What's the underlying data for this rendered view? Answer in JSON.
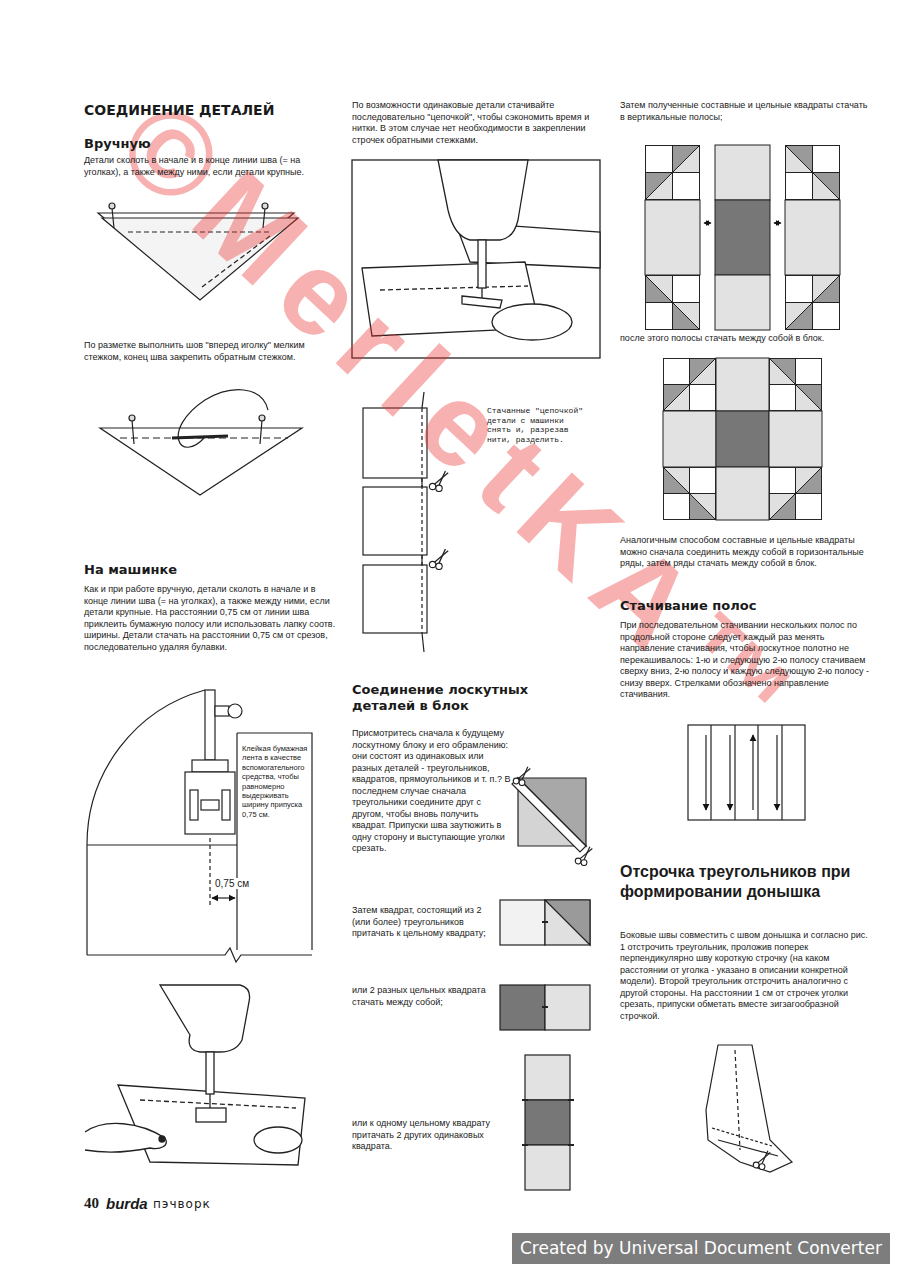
{
  "diagram": {
    "title": "СОЕДИНЕНИЕ ДЕТАЛЕЙ",
    "nodes": [
      {
        "text": [
          "Created by Universal Document Converter"
        ]
      }
    ],
    "labels": [
      "Вручную",
      "Детали сколоть в начале и в конце линии шва (= на уголках), а также между ними, если детали крупные.",
      "По разметке выполнить шов \"вперед иголку\" мелким стежком, конец шва закрепить обратным стежком.",
      "На машинке",
      "Как и при работе вручную, детали сколоть в начале и в конце линии шва (= на уголках), а также между ними, если детали крупные. На расстоянии 0,75 см от линии шва приклеить бумажную полосу или использовать лапку соотв. ширины. Детали стачать на расстоянии 0,75 см от срезов, последовательно удаляя булавки.",
      "Клейкая бумажная лента в качестве вспомогательного средства, чтобы равномерно выдерживать ширину припуска 0,75 см.",
      "0,75 см",
      "По возможности одинаковые детали стачивайте последовательно \"цепочкой\", чтобы сэкономить время и нитки. В этом случае нет необходимости в закреплении строчек обратными стежками.",
      "Стачанные \"цепочкой\" детали с машинки снять и, разрезав нити, разделить.",
      "Соединение лоскутных деталей в блок",
      "Присмотритесь сначала к будущему лоскутному блоку и его обрамлению: они состоят из одинаковых или разных деталей - треугольников, квадратов, прямоугольников и т. п.? В последнем случае сначала треугольники соедините друг с другом, чтобы вновь получить квадрат. Припуски шва заутюжить в одну сторону и выступающие уголки срезать.",
      "Затем квадрат, состоящий из 2 (или более) треугольников притачать к цельному квадрату;",
      "или 2 разных цельных квадрата стачать между собой;",
      "или к одному цельному квадрату притачать 2 других одинаковых квадрата.",
      "Затем полученные составные и цельные квадраты стачать в вертикальные полосы;",
      "после этого полосы стачать между собой в блок.",
      "Аналогичным способом составные и цельные квадраты можно сначала соединить между собой в горизонтальные ряды, затем ряды стачать между собой в блок.",
      "Стачивание полос",
      "При последовательном стачивании нескольких полос по продольной стороне следует каждый раз менять направление стачивания, чтобы лоскутное полотно не перекашивалось: 1-ю и следующую 2-ю полосу стачиваем сверху вниз, 2-ю полосу и каждую следующую 2-ю полосу - снизу вверх. Стрелками обозначено направление стачивания.",
      "Отсрочка треугольников при формировании донышка",
      "Боковые швы совместить с швом донышка и согласно рис. 1 отстрочить треугольник, проложив поперек перпендикулярно шву короткую строчку (на каком расстоянии от уголка - указано в описании конкретной модели). Второй треугольник отстрочить аналогично с другой стороны. На расстоянии 1 см от строчек уголки срезать, припуски обметать вместе зигзагообразной строчкой.",
      "40",
      "burda",
      "пэчворк",
      "©MerletKA™"
    ]
  }
}
